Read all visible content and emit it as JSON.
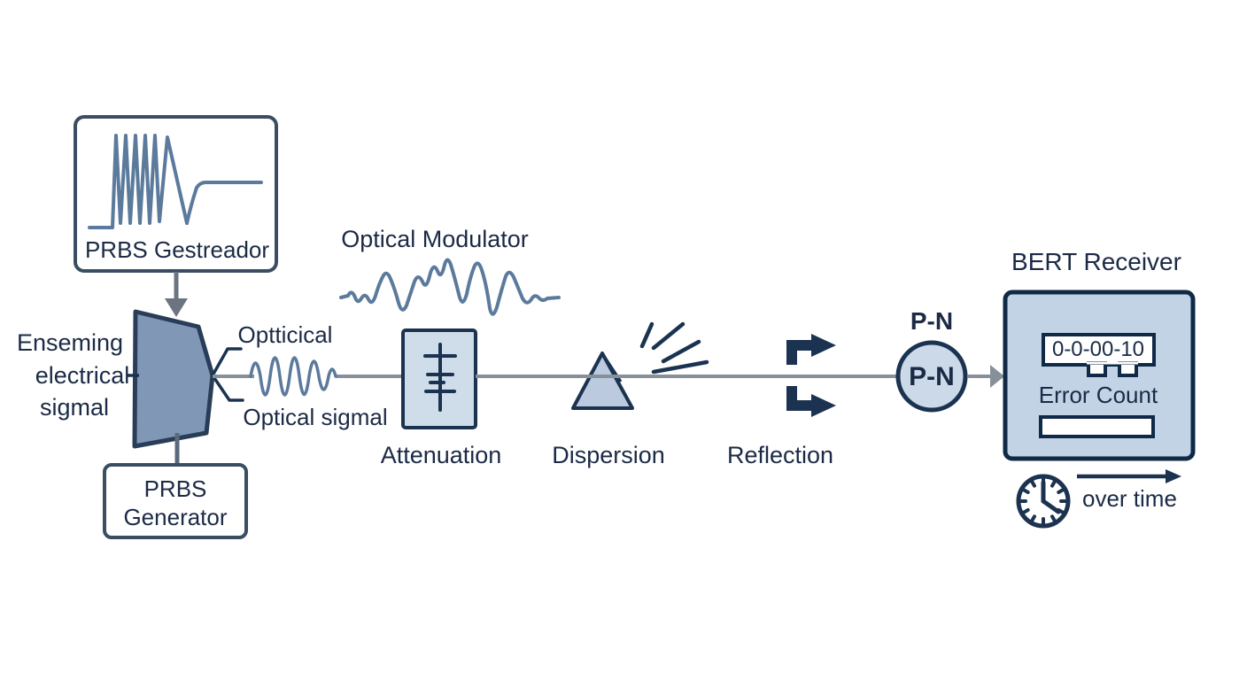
{
  "colors": {
    "navy": "#1b3350",
    "text": "#1b2a45",
    "steel": "#5b7a9c",
    "grayline": "#878f98",
    "arrowgray": "#6b7480",
    "slateborder": "#3a4d63",
    "fill_light": "#cfdce9",
    "fill_mid": "#8098b6",
    "fill_prism": "#bccadf",
    "fill_receiver": "#c2d3e5",
    "fill_circle": "#cbd9e9"
  },
  "transmitter": {
    "source_box_label": "PRBS Gestreador",
    "generator_label_line1": "PRBS",
    "generator_label_line2": "Generator",
    "incoming_line1": "Enseming",
    "incoming_line2": "electrical",
    "incoming_line3": "sigmal",
    "output_top_label": "Optticical",
    "output_bottom_label": "Optical sigmal"
  },
  "modulator": {
    "label": "Optical Modulator"
  },
  "channel": {
    "attenuation_label": "Attenuation",
    "dispersion_label": "Dispersion",
    "reflection_label": "Reflection"
  },
  "detector": {
    "label_above": "P-N",
    "label_inside": "P-N"
  },
  "receiver": {
    "title": "BERT Receiver",
    "display_value": "0-0-00-10",
    "error_count_label": "Error Count",
    "over_time_label": "over time"
  }
}
